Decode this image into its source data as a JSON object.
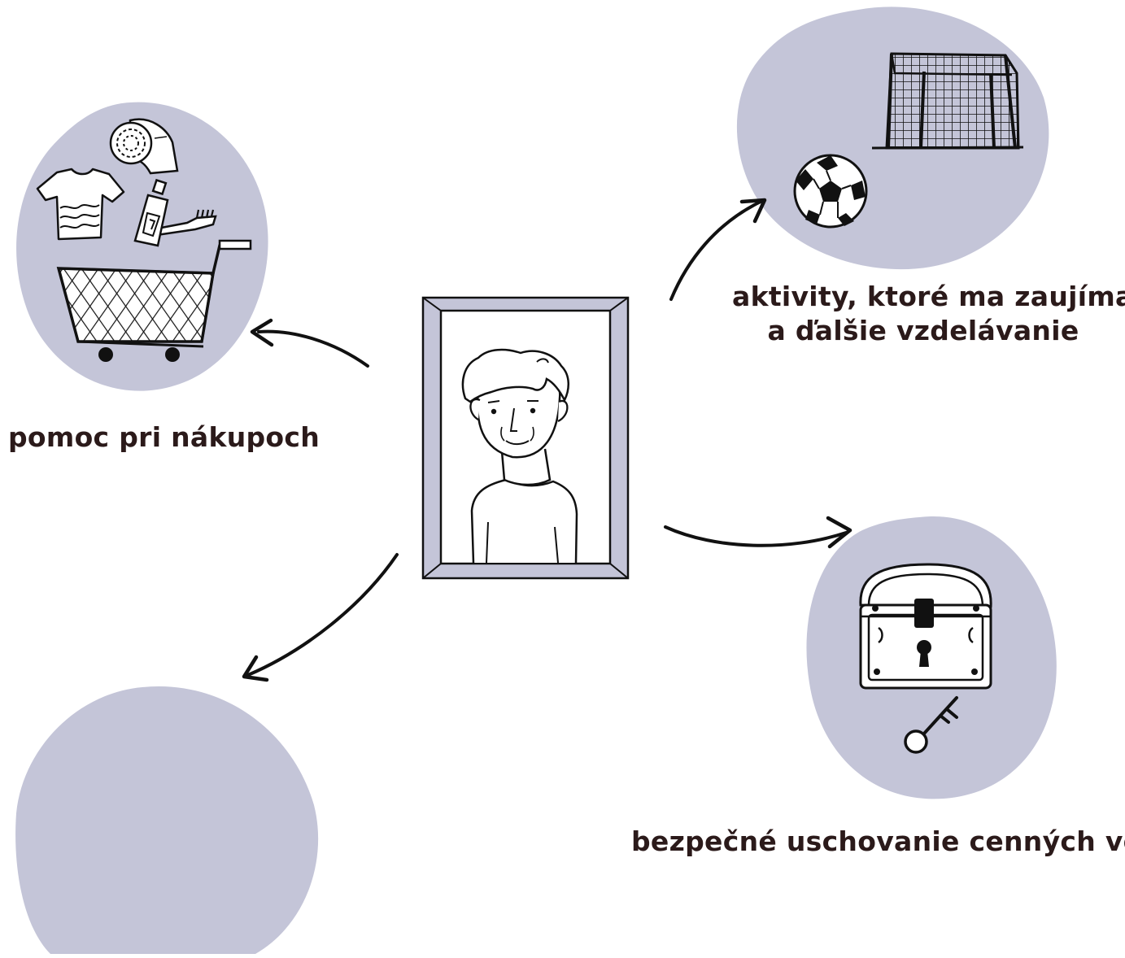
{
  "colors": {
    "blob": "#c4c5d8",
    "ink": "#111111",
    "label_text": "#2b1a1a",
    "frame_fill": "#c4c5d8"
  },
  "center": {
    "icon": "framed-portrait-of-elderly-man-icon"
  },
  "nodes": [
    {
      "id": "shopping",
      "label_lines": [
        "pomoc pri nákupoch"
      ],
      "icons": [
        "toilet-paper-roll-icon",
        "t-shirt-icon",
        "bottle-icon",
        "toothbrush-icon",
        "shopping-cart-icon"
      ]
    },
    {
      "id": "activities",
      "label_lines": [
        "aktivity, ktoré ma zaujímajú",
        "a ďalšie vzdelávanie"
      ],
      "icons": [
        "soccer-goal-icon",
        "soccer-ball-icon"
      ]
    },
    {
      "id": "safekeeping",
      "label_lines": [
        "bezpečné uschovanie cenných vecí"
      ],
      "icons": [
        "treasure-chest-icon",
        "key-icon"
      ]
    },
    {
      "id": "empty",
      "label_lines": [],
      "icons": []
    }
  ]
}
